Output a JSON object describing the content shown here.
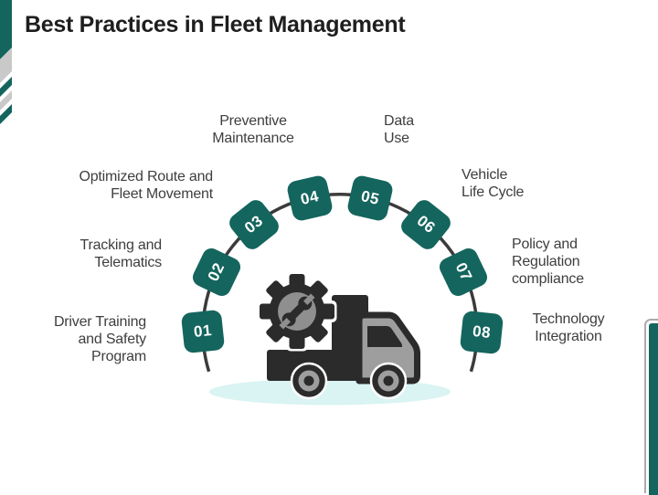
{
  "slide": {
    "title": "Best Practices in Fleet Management"
  },
  "steps": [
    {
      "number": "01",
      "label": "Driver Training\nand Safety\nProgram"
    },
    {
      "number": "02",
      "label": "Tracking and\nTelematics"
    },
    {
      "number": "03",
      "label": "Optimized Route and\nFleet Movement"
    },
    {
      "number": "04",
      "label": "Preventive\nMaintenance"
    },
    {
      "number": "05",
      "label": "Data\nUse"
    },
    {
      "number": "06",
      "label": "Vehicle\nLife Cycle"
    },
    {
      "number": "07",
      "label": "Policy and\nRegulation\ncompliance"
    },
    {
      "number": "08",
      "label": "Technology\nIntegration"
    }
  ],
  "colors": {
    "accent_teal": "#14655d",
    "dark": "#2b2b2b",
    "gray_light": "#9e9e9e",
    "gray_mid": "#8f8f8f",
    "shadow_teal": "#d9f4f2",
    "arc": "#3b3b3b",
    "ribbon_gray": "#c9c9c9",
    "title_text": "#1e1e1e",
    "label_text": "#3e3e3e"
  },
  "icons": {
    "center_illustration": "truck-with-gear-and-wrench-icon",
    "corner_decoration": "diagonal-stripes-ribbon",
    "right_edge": "next-slide-preview-edge"
  }
}
